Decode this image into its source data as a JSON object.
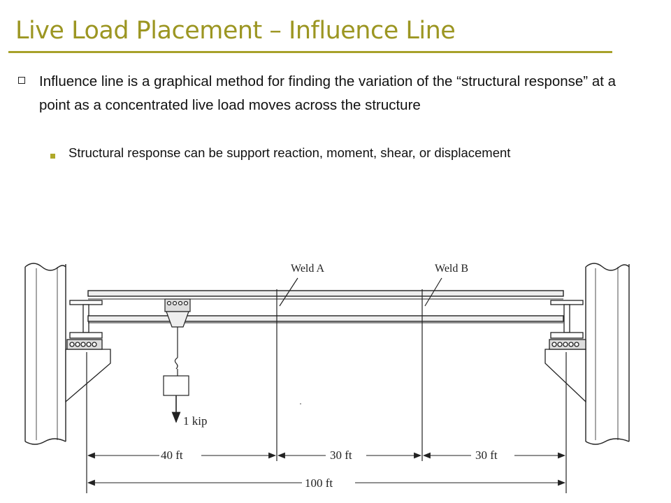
{
  "slide": {
    "title": "Live Load Placement – Influence Line",
    "bullet": "Influence line is a graphical method for finding the variation of the “structural response” at a point as a concentrated live load moves across the structure",
    "sub_bullet": "Structural response can be support reaction, moment, shear, or displacement"
  },
  "figure": {
    "weld_a_label": "Weld A",
    "weld_b_label": "Weld B",
    "load_label": "1 kip",
    "dim_1": "40 ft",
    "dim_2": "30 ft",
    "dim_3": "30 ft",
    "dim_total": "100 ft"
  },
  "colors": {
    "title": "#9c9622",
    "rule": "#a7a12a",
    "sub_bullet": "#b0a92a"
  }
}
